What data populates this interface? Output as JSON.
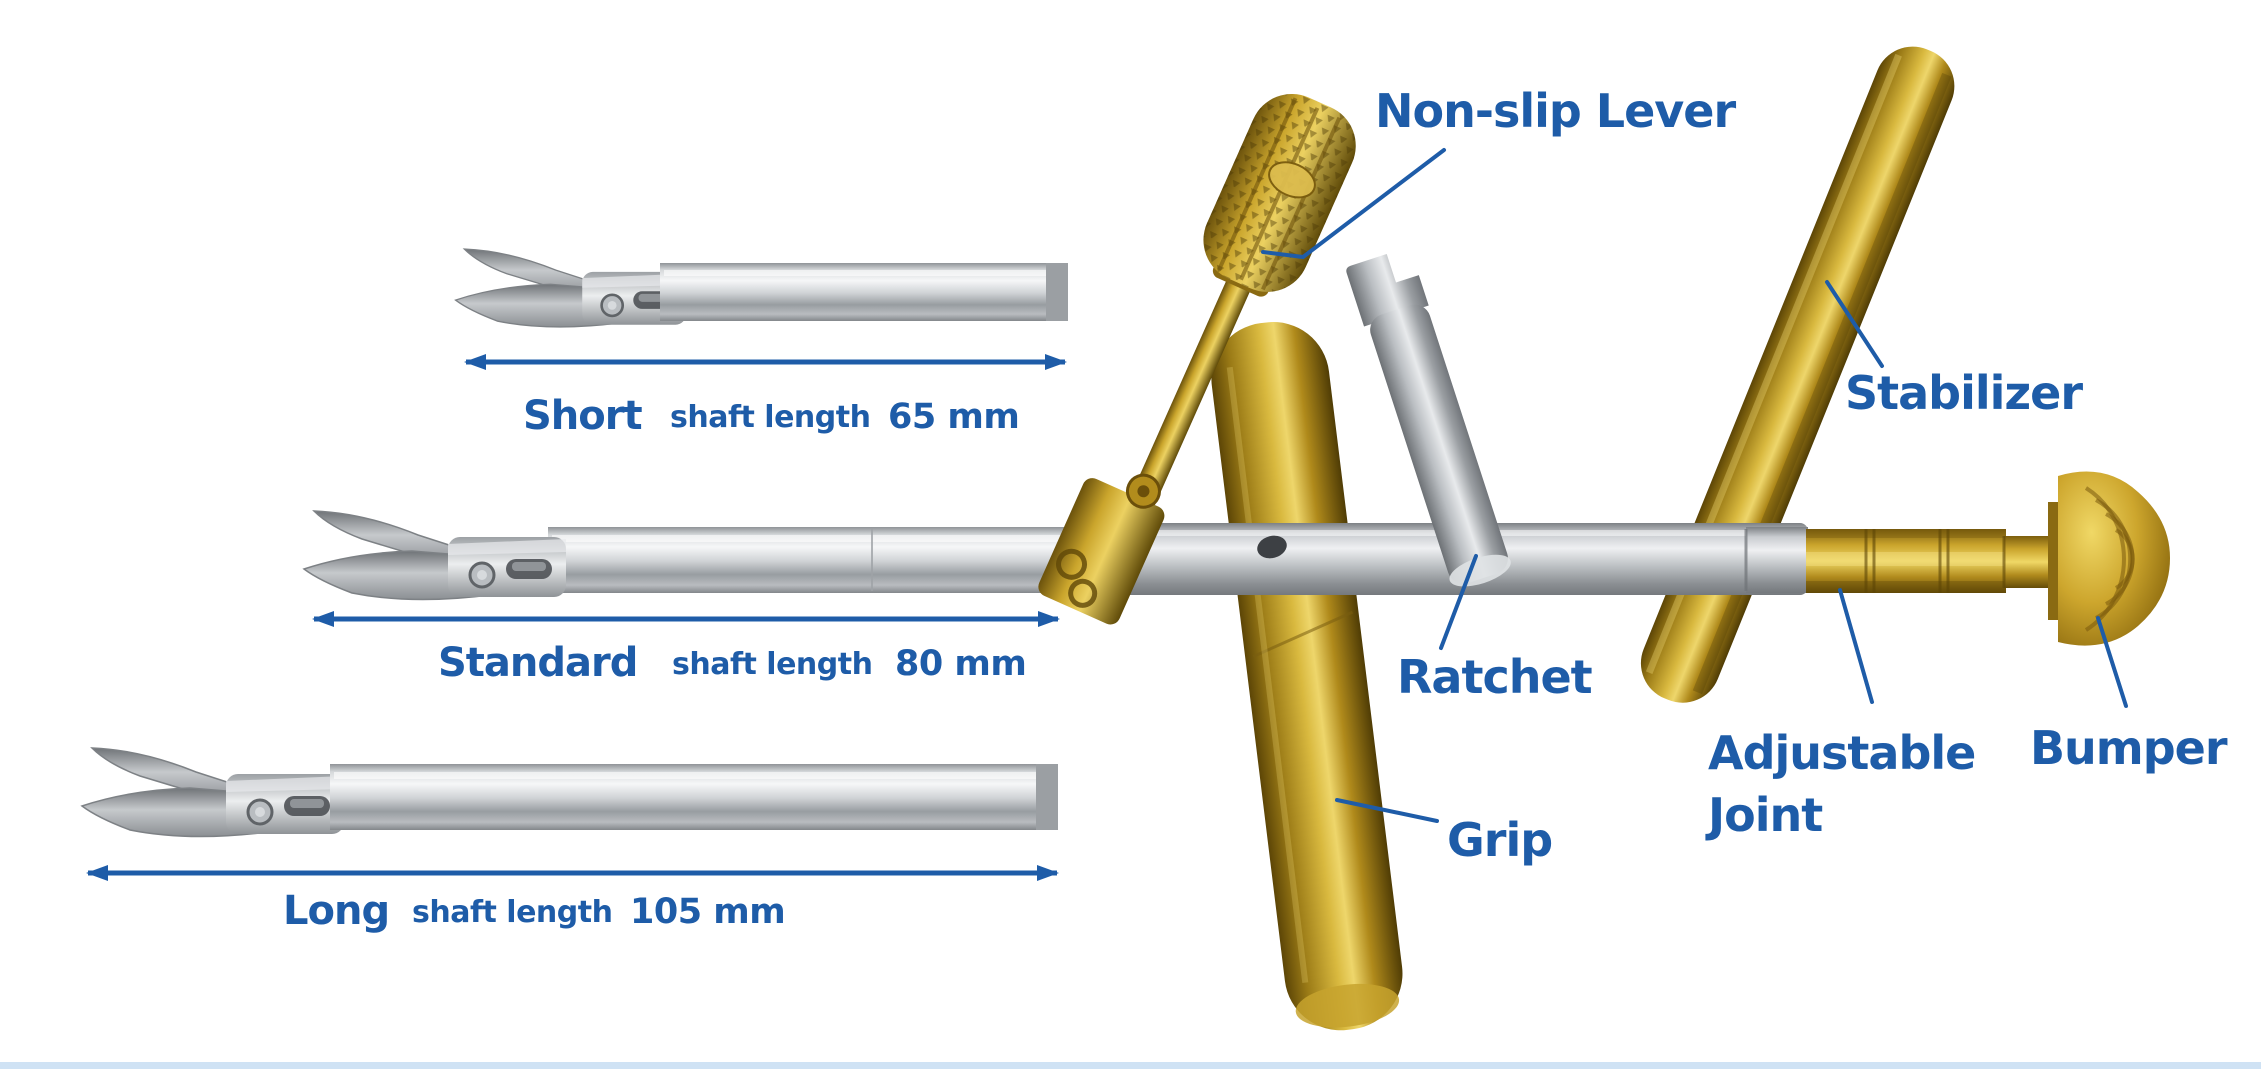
{
  "parts": {
    "non_slip_lever": {
      "label": "Non-slip Lever"
    },
    "stabilizer": {
      "label": "Stabilizer"
    },
    "ratchet": {
      "label": "Ratchet"
    },
    "grip": {
      "label": "Grip"
    },
    "adjustable_joint": {
      "label_line1": "Adjustable",
      "label_line2": "Joint"
    },
    "bumper": {
      "label": "Bumper"
    }
  },
  "shaft_variants": {
    "short": {
      "name": "Short",
      "dim_label": "shaft length",
      "length": "65 mm"
    },
    "standard": {
      "name": "Standard",
      "dim_label": "shaft length",
      "length": "80 mm"
    },
    "long": {
      "name": "Long",
      "dim_label": "shaft length",
      "length": "105 mm"
    }
  },
  "colors": {
    "label_blue": "#1E5CA8",
    "arrow_blue": "#1E5CA8",
    "gold": "#C79E2B",
    "gold_dark": "#6B500A",
    "steel": "#C6C9CC",
    "background": "#FFFFFF",
    "bottom_strip": "#CFE2F4"
  }
}
